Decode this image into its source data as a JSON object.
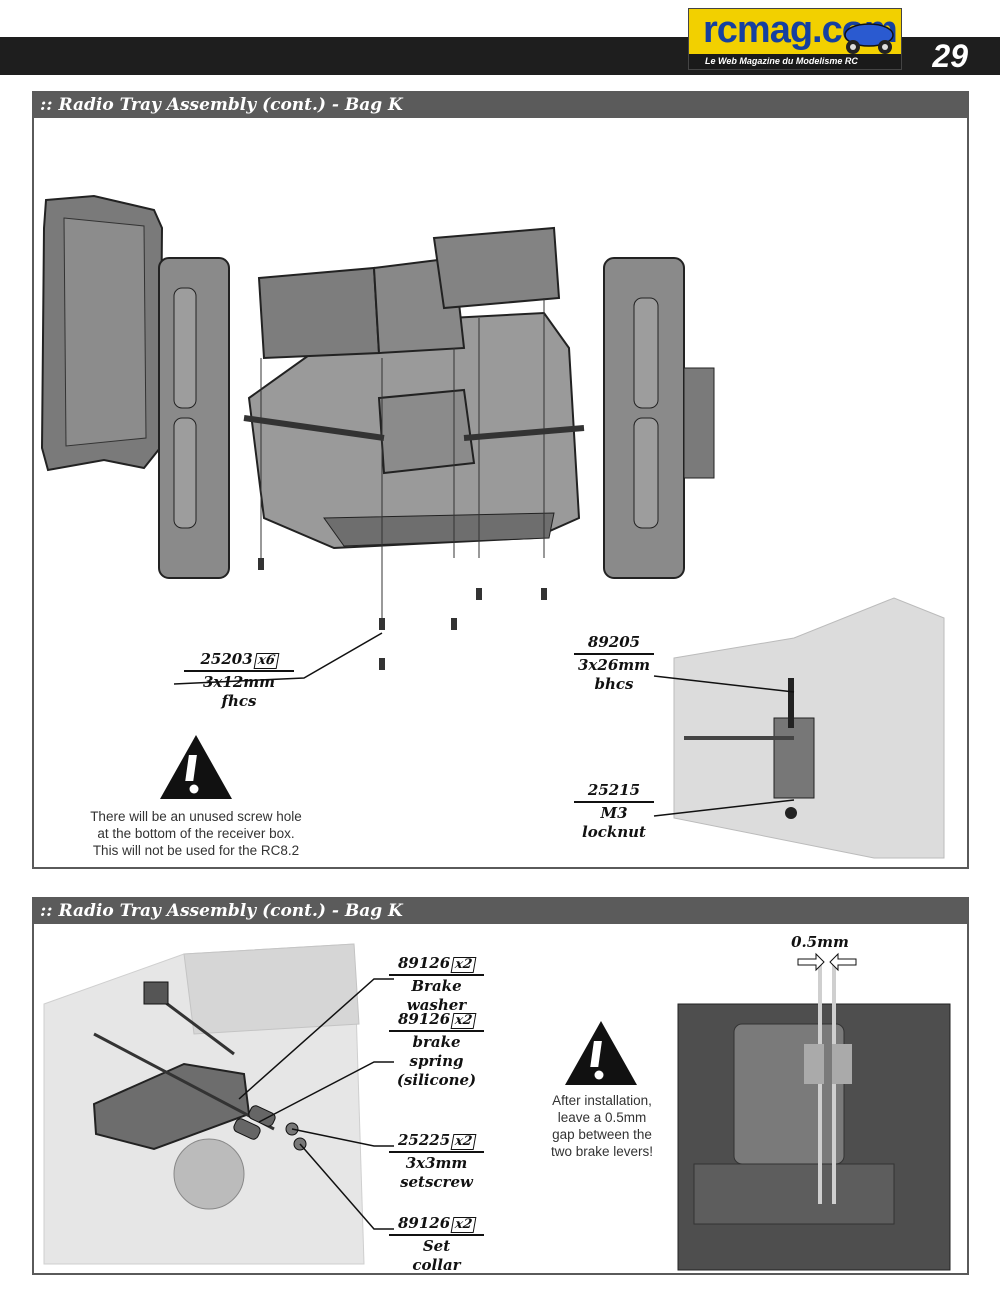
{
  "header": {
    "logo_text": "rcmag.com",
    "logo_tagline": "Le Web Magazine du Modelisme RC",
    "page_number": "29"
  },
  "section1": {
    "title": ":: Radio Tray Assembly (cont.) - Bag K",
    "callout_screw": {
      "part": "25203",
      "qty": "x6",
      "line1": "3x12mm",
      "line2": "fhcs"
    },
    "callout_bhcs": {
      "part": "89205",
      "line1": "3x26mm",
      "line2": "bhcs"
    },
    "callout_locknut": {
      "part": "25215",
      "line1": "M3",
      "line2": "locknut"
    },
    "warning": {
      "line1": "There will be an unused screw hole",
      "line2": "at the bottom of the receiver box.",
      "line3": "This will not be used for the RC8.2"
    }
  },
  "section2": {
    "title": ":: Radio Tray Assembly (cont.) - Bag K",
    "callout_washer": {
      "part": "89126",
      "qty": "x2",
      "line1": "Brake",
      "line2": "washer"
    },
    "callout_spring": {
      "part": "89126",
      "qty": "x2",
      "line1": "brake",
      "line2": "spring",
      "line3": "(silicone)"
    },
    "callout_setscrew": {
      "part": "25225",
      "qty": "x2",
      "line1": "3x3mm",
      "line2": "setscrew"
    },
    "callout_collar": {
      "part": "89126",
      "qty": "x2",
      "line1": "Set",
      "line2": "collar"
    },
    "gap_label": "0.5mm",
    "warning": {
      "line1": "After installation,",
      "line2": "leave a 0.5mm",
      "line3": "gap between the",
      "line4": "two brake levers!"
    }
  },
  "colors": {
    "panel_header": "#5b5b5b",
    "header_bar": "#1e1e1e",
    "logo_bg": "#f2d000",
    "logo_text": "#1540a0"
  }
}
